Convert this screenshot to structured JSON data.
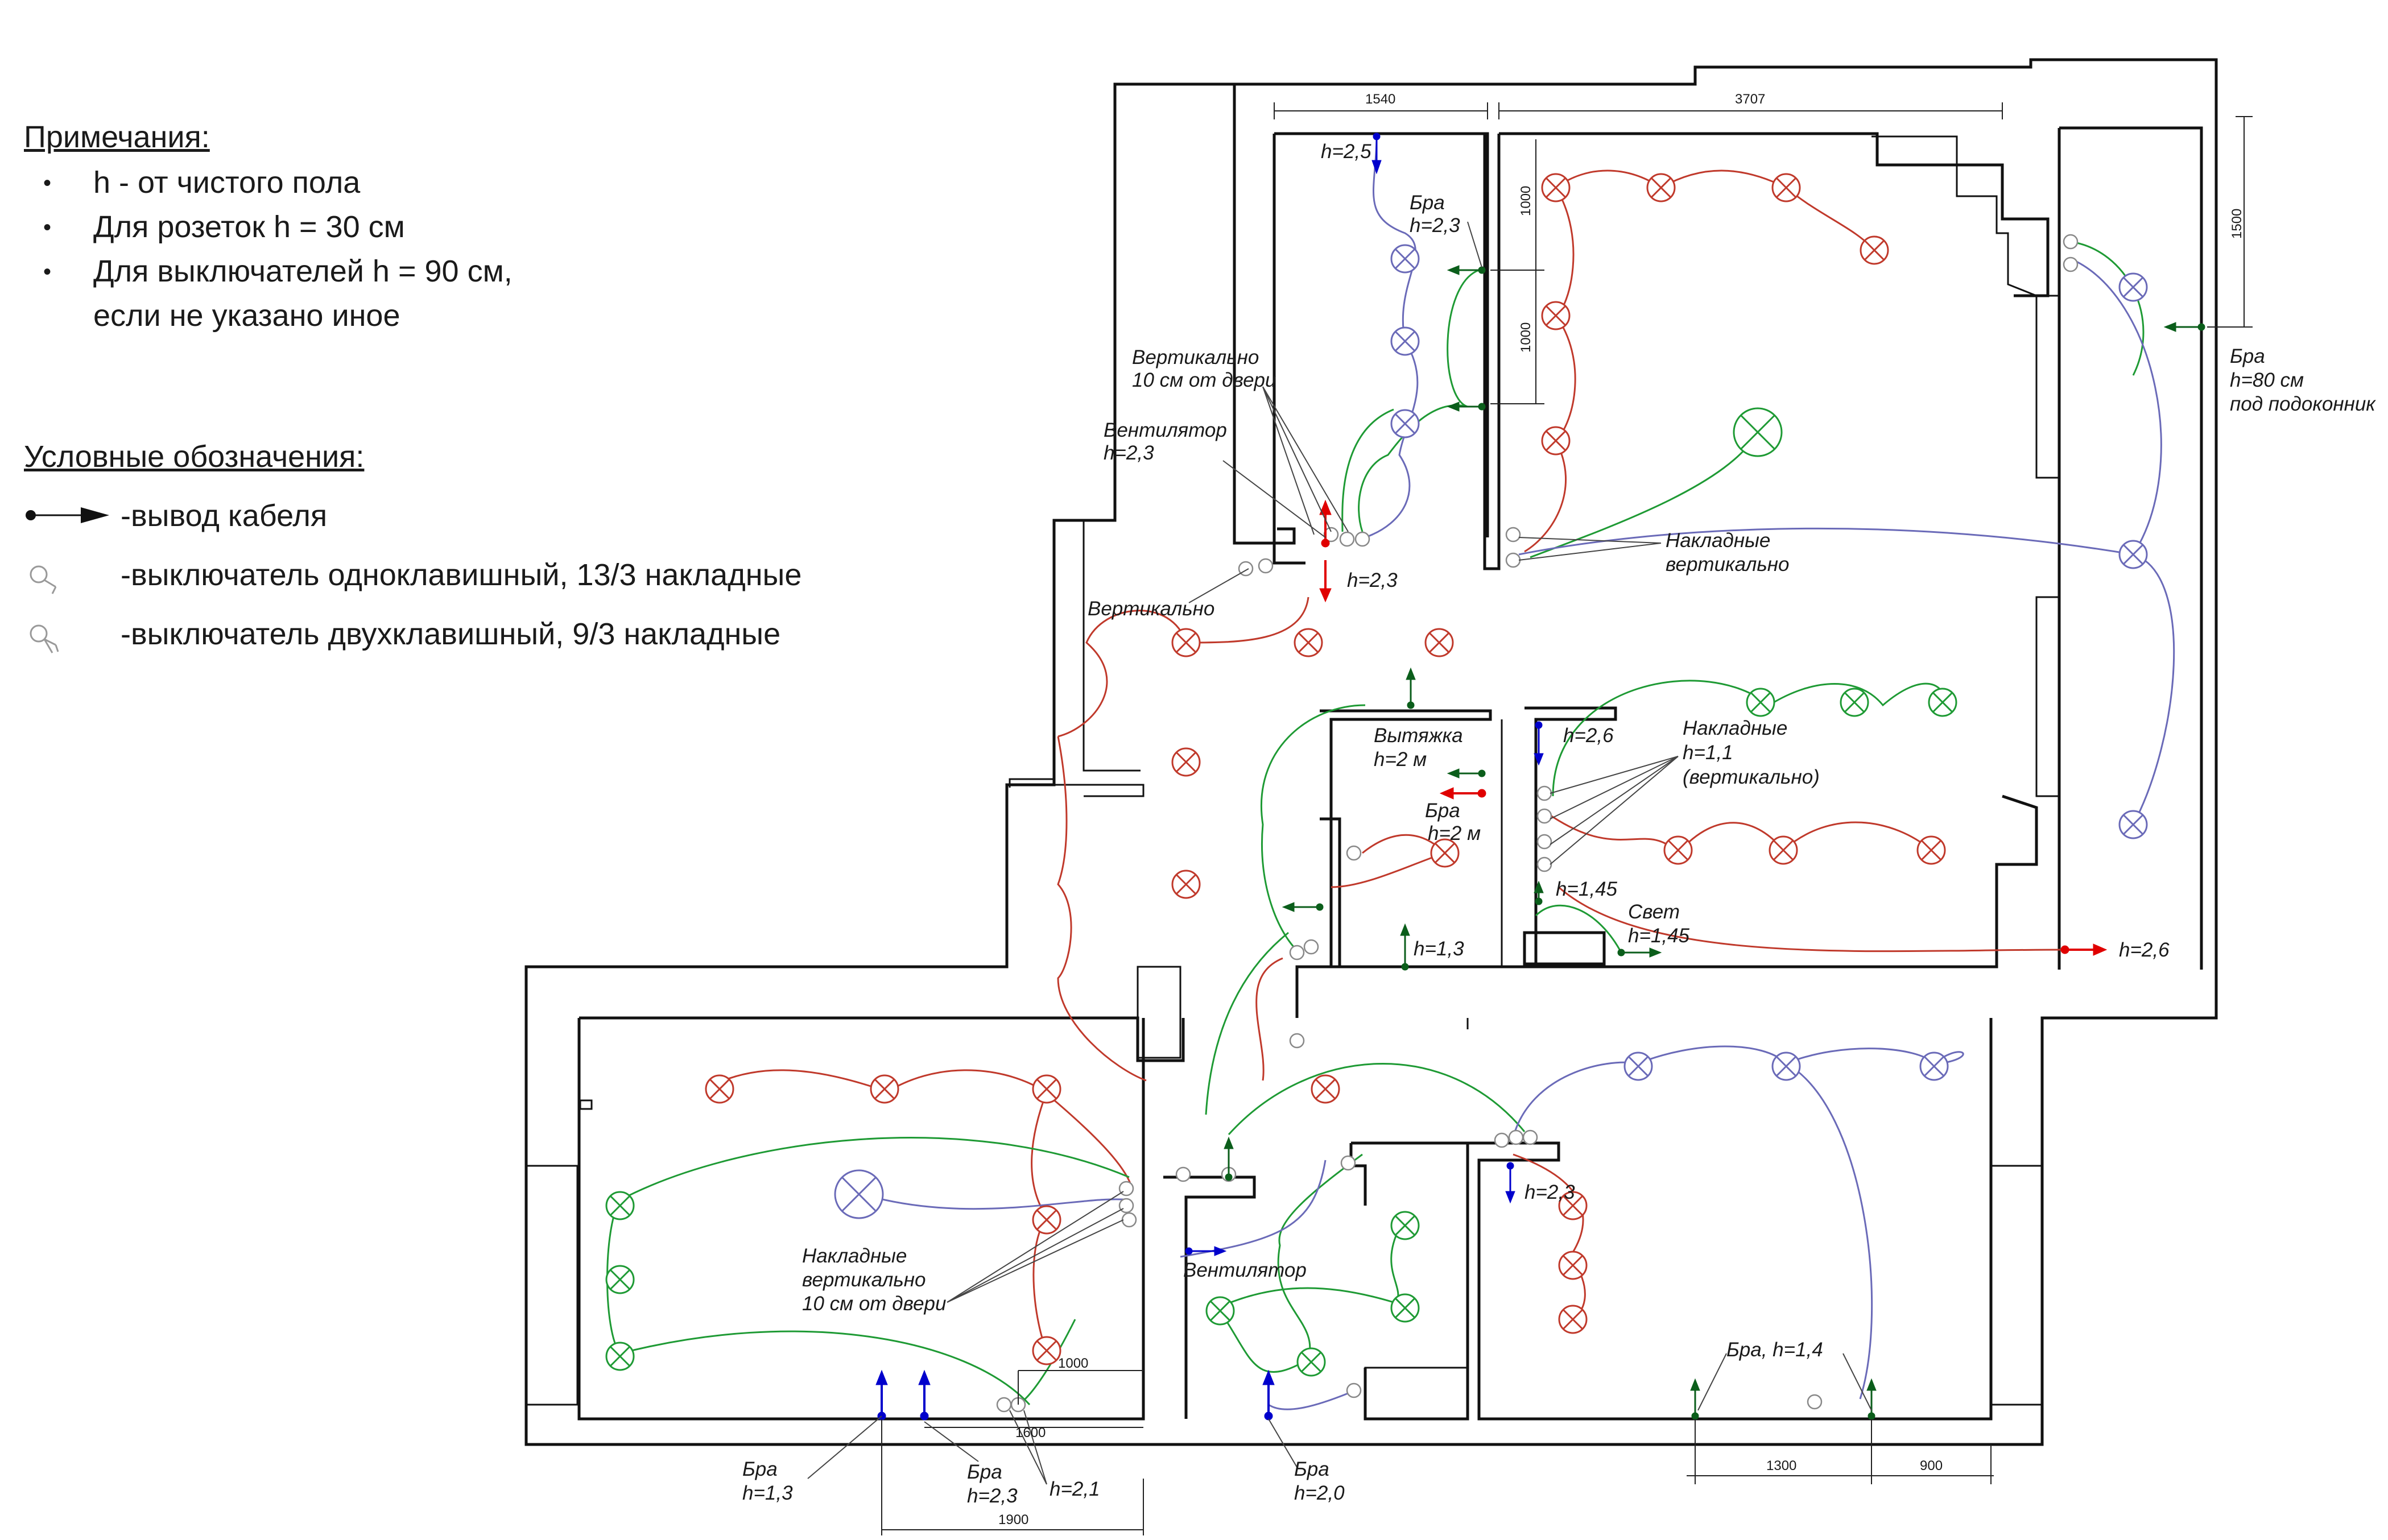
{
  "notes": {
    "title": "Примечания:",
    "items": [
      "h - от чистого пола",
      "Для розеток h = 30 см",
      "Для выключателей h = 90 см,",
      "если не указано иное"
    ]
  },
  "legend": {
    "title": "Условные обозначения:",
    "cable_outlet": "-вывод кабеля",
    "switch_single": "-выключатель одноклавишный, 13/3 накладные",
    "switch_double": "-выключатель двухклавишный, 9/3 накладные"
  },
  "colors": {
    "red": "#c0392b",
    "green": "#1e9a34",
    "blue": "#6a6ab8",
    "outlet_red": "#e00000",
    "outlet_blue": "#0000cc"
  },
  "labels": {
    "h25": "h=2,5",
    "bra_23_a": "Бра",
    "bra_23_b": "h=2,3",
    "vert_door_a": "Вертикально",
    "vert_door_b": "10 см от двери",
    "fan_a": "Вентилятор",
    "fan_b": "h=2,3",
    "h23_hall": "h=2,3",
    "vert": "Вертикально",
    "nakl_vert_a": "Накладные",
    "nakl_vert_b": "вертикально",
    "bra80_a": "Бра",
    "bra80_b": "h=80 см",
    "bra80_c": "под подоконник",
    "hood_a": "Вытяжка",
    "hood_b": "h=2 м",
    "bra2_a": "Бра",
    "bra2_b": "h=2 м",
    "h26_k": "h=2,6",
    "nakl11_a": "Накладные",
    "nakl11_b": "h=1,1",
    "nakl11_c": "(вертикально)",
    "h145": "h=1,45",
    "svet_a": "Свет",
    "svet_b": "h=1,45",
    "h13": "h=1,3",
    "h26_r": "h=2,6",
    "nakl_bed_a": "Накладные",
    "nakl_bed_b": "вертикально",
    "nakl_bed_c": "10 см от двери",
    "fan2": "Вентилятор",
    "h23_bath": "h=2,3",
    "bra_14": "Бра, h=1,4",
    "bra13_a": "Бра",
    "bra13_b": "h=1,3",
    "bra23_bot_a": "Бра",
    "bra23_bot_b": "h=2,3",
    "h21": "h=2,1",
    "bra20_a": "Бра",
    "bra20_b": "h=2,0"
  },
  "dimensions": {
    "d1540": "1540",
    "d3707": "3707",
    "d1000a": "1000",
    "d1000b": "1000",
    "d1500": "1500",
    "d1000c": "1000",
    "d1600": "1600",
    "d1900": "1900",
    "d1300": "1300",
    "d900": "900"
  }
}
